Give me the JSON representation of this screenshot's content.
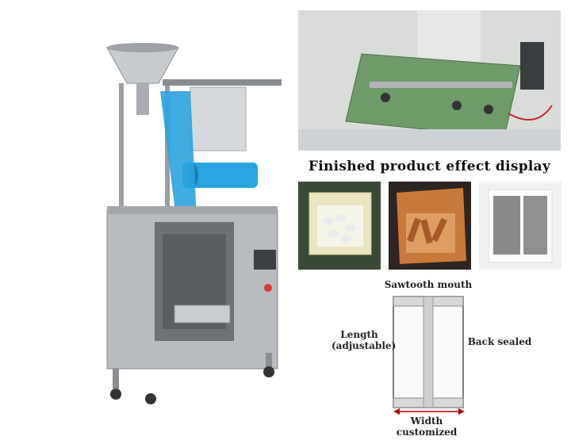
{
  "heading": "Finished product effect display",
  "diagram": {
    "top_label": "Sawtooth mouth",
    "left_label_line1": "Length",
    "left_label_line2": "(adjustable)",
    "right_label": "Back sealed",
    "bottom_label_line1": "Width",
    "bottom_label_line2": "customized"
  },
  "samples": [
    "candy-bag-icon",
    "snack-bag-icon",
    "tea-bag-icon"
  ],
  "colors": {
    "film_blue": "#2aa4e0",
    "steel": "#b8bcc0",
    "pcb_green": "#6f9a6a"
  }
}
